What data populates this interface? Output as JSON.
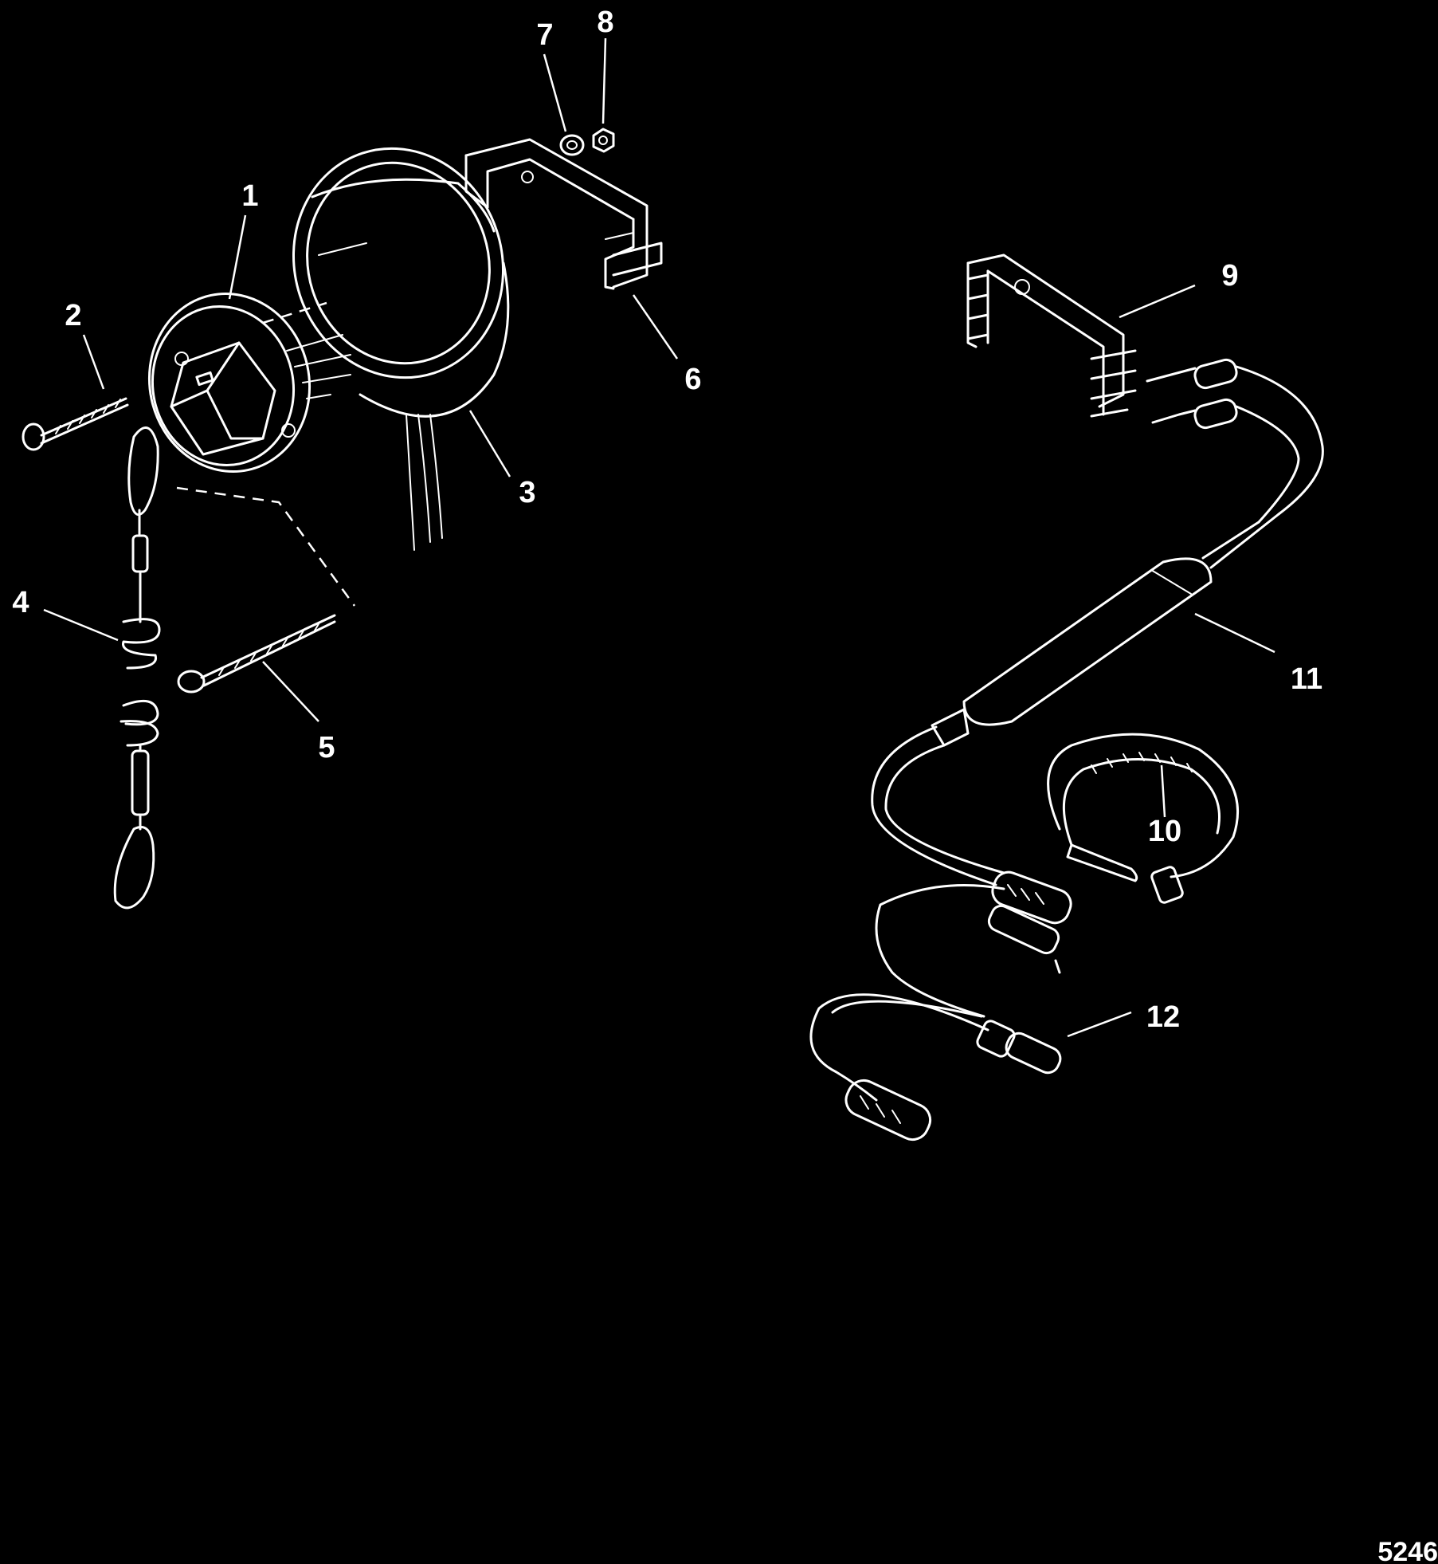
{
  "callouts": [
    {
      "id": "1",
      "label": "1"
    },
    {
      "id": "2",
      "label": "2"
    },
    {
      "id": "3",
      "label": "3"
    },
    {
      "id": "4",
      "label": "4"
    },
    {
      "id": "5",
      "label": "5"
    },
    {
      "id": "6",
      "label": "6"
    },
    {
      "id": "7",
      "label": "7"
    },
    {
      "id": "8",
      "label": "8"
    },
    {
      "id": "9",
      "label": "9"
    },
    {
      "id": "10",
      "label": "10"
    },
    {
      "id": "11",
      "label": "11"
    },
    {
      "id": "12",
      "label": "12"
    }
  ],
  "figure_number": "5246"
}
